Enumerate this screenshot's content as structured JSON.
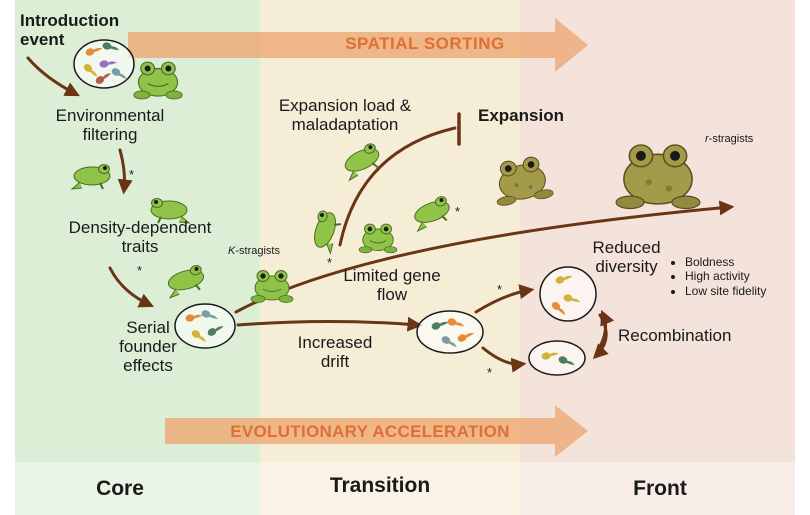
{
  "zones": {
    "core": "Core",
    "transition": "Transition",
    "front": "Front"
  },
  "banners": {
    "top": "SPATIAL SORTING",
    "bottom": "EVOLUTIONARY ACCELERATION"
  },
  "labels": {
    "introduction_event": "Introduction event",
    "environmental_filtering": "Environmental filtering",
    "density_dependent_traits": "Density-dependent traits",
    "serial_founder_effects": "Serial founder effects",
    "k_strategists_prefix": "K",
    "k_strategists_suffix": "-stragists",
    "expansion_load": "Expansion load & maladaptation",
    "expansion": "Expansion",
    "r_strategists_prefix": "r",
    "r_strategists_suffix": "-stragists",
    "limited_gene_flow": "Limited gene flow",
    "increased_drift": "Increased drift",
    "reduced_diversity": "Reduced diversity",
    "recombination": "Recombination",
    "asterisk": "*"
  },
  "traits": [
    "Boldness",
    "High activity",
    "Low site fidelity"
  ],
  "colors": {
    "core_bg": "#dcefd6",
    "transition_bg": "#f6edd7",
    "front_bg": "#f4e3da",
    "arrow": "#6b3515",
    "banner": "#eda874",
    "banner_text": "#df7034",
    "frog_light": "#8fc448",
    "frog_dark": "#a39a4a",
    "tadpole_colors": [
      "#e48c3a",
      "#7a9ea0",
      "#9b6cc0",
      "#d2b43a",
      "#4e7d5e",
      "#b45a4a"
    ]
  },
  "icons": [
    "frog-icon",
    "tadpole-icon"
  ]
}
